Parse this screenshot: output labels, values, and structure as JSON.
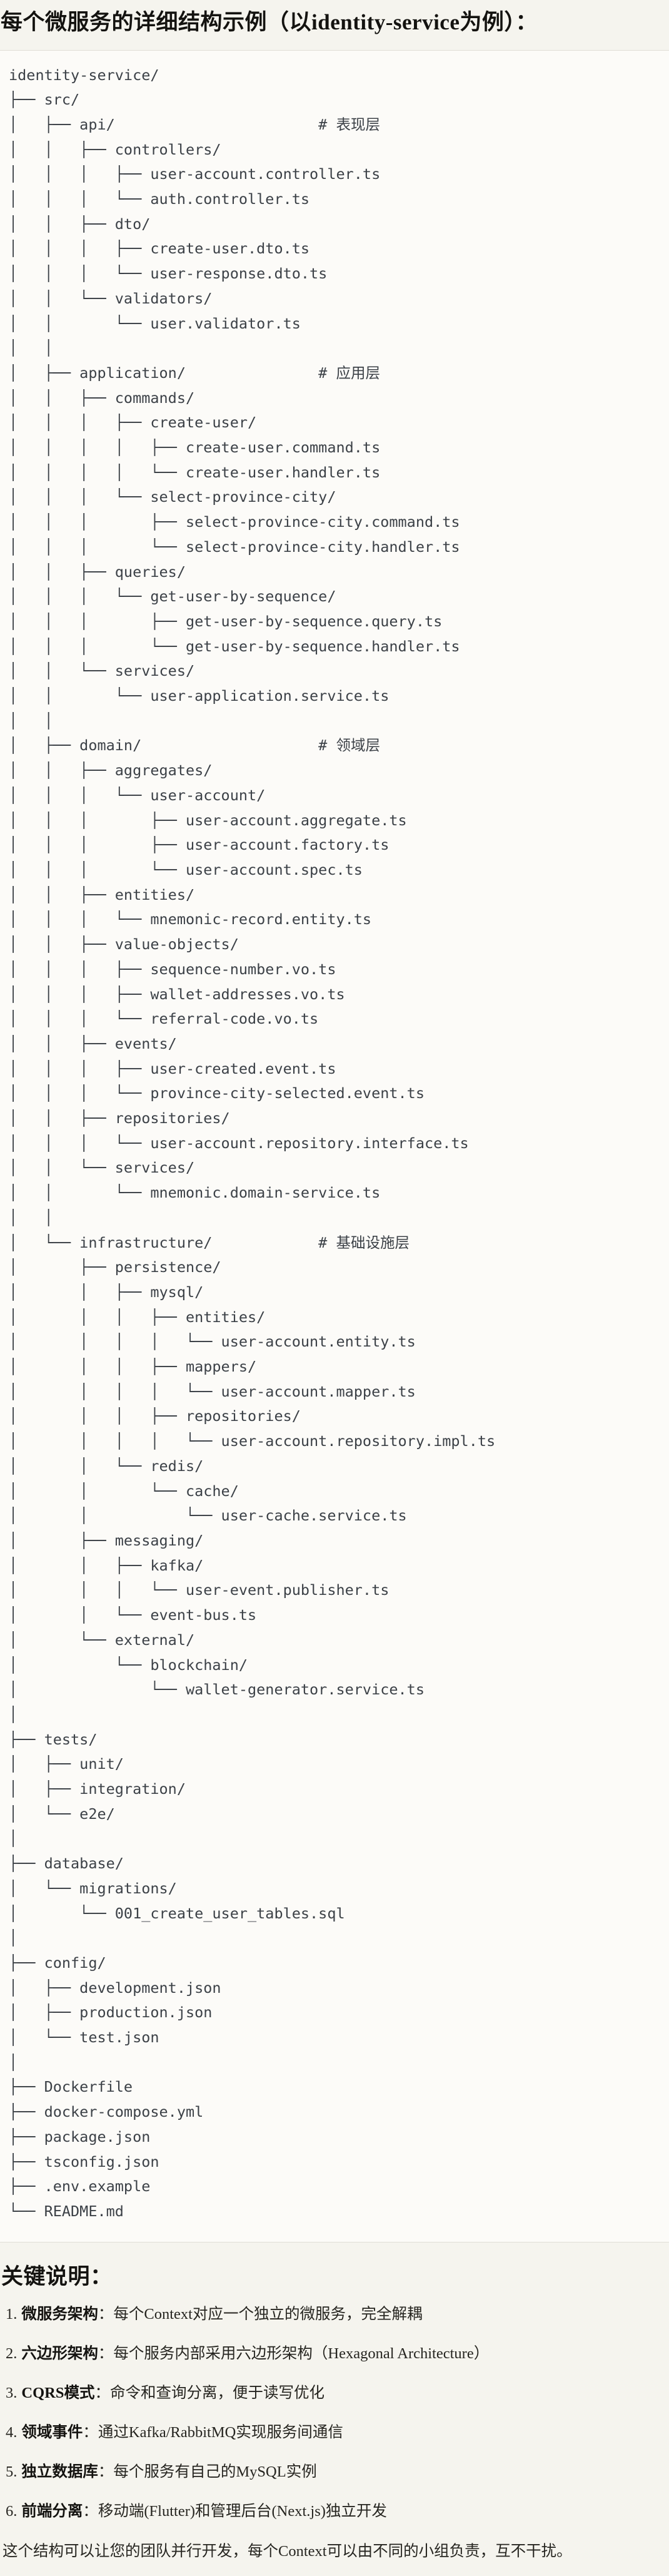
{
  "title": "每个微服务的详细结构示例（以identity-service为例）：",
  "tree": {
    "lines": [
      "identity-service/",
      "├── src/",
      "│   ├── api/                       # 表现层",
      "│   │   ├── controllers/",
      "│   │   │   ├── user-account.controller.ts",
      "│   │   │   └── auth.controller.ts",
      "│   │   ├── dto/",
      "│   │   │   ├── create-user.dto.ts",
      "│   │   │   └── user-response.dto.ts",
      "│   │   └── validators/",
      "│   │       └── user.validator.ts",
      "│   │",
      "│   ├── application/               # 应用层",
      "│   │   ├── commands/",
      "│   │   │   ├── create-user/",
      "│   │   │   │   ├── create-user.command.ts",
      "│   │   │   │   └── create-user.handler.ts",
      "│   │   │   └── select-province-city/",
      "│   │   │       ├── select-province-city.command.ts",
      "│   │   │       └── select-province-city.handler.ts",
      "│   │   ├── queries/",
      "│   │   │   └── get-user-by-sequence/",
      "│   │   │       ├── get-user-by-sequence.query.ts",
      "│   │   │       └── get-user-by-sequence.handler.ts",
      "│   │   └── services/",
      "│   │       └── user-application.service.ts",
      "│   │",
      "│   ├── domain/                    # 领域层",
      "│   │   ├── aggregates/",
      "│   │   │   └── user-account/",
      "│   │   │       ├── user-account.aggregate.ts",
      "│   │   │       ├── user-account.factory.ts",
      "│   │   │       └── user-account.spec.ts",
      "│   │   ├── entities/",
      "│   │   │   └── mnemonic-record.entity.ts",
      "│   │   ├── value-objects/",
      "│   │   │   ├── sequence-number.vo.ts",
      "│   │   │   ├── wallet-addresses.vo.ts",
      "│   │   │   └── referral-code.vo.ts",
      "│   │   ├── events/",
      "│   │   │   ├── user-created.event.ts",
      "│   │   │   └── province-city-selected.event.ts",
      "│   │   ├── repositories/",
      "│   │   │   └── user-account.repository.interface.ts",
      "│   │   └── services/",
      "│   │       └── mnemonic.domain-service.ts",
      "│   │",
      "│   └── infrastructure/            # 基础设施层",
      "│       ├── persistence/",
      "│       │   ├── mysql/",
      "│       │   │   ├── entities/",
      "│       │   │   │   └── user-account.entity.ts",
      "│       │   │   ├── mappers/",
      "│       │   │   │   └── user-account.mapper.ts",
      "│       │   │   ├── repositories/",
      "│       │   │   │   └── user-account.repository.impl.ts",
      "│       │   └── redis/",
      "│       │       └── cache/",
      "│       │           └── user-cache.service.ts",
      "│       ├── messaging/",
      "│       │   ├── kafka/",
      "│       │   │   └── user-event.publisher.ts",
      "│       │   └── event-bus.ts",
      "│       └── external/",
      "│           └── blockchain/",
      "│               └── wallet-generator.service.ts",
      "│",
      "├── tests/",
      "│   ├── unit/",
      "│   ├── integration/",
      "│   └── e2e/",
      "│",
      "├── database/",
      "│   └── migrations/",
      "│       └── 001_create_user_tables.sql",
      "│",
      "├── config/",
      "│   ├── development.json",
      "│   ├── production.json",
      "│   └── test.json",
      "│",
      "├── Dockerfile",
      "├── docker-compose.yml",
      "├── package.json",
      "├── tsconfig.json",
      "├── .env.example",
      "└── README.md"
    ]
  },
  "notes": {
    "heading": "关键说明：",
    "items": [
      {
        "n": "1.",
        "label": "微服务架构",
        "rest": "：每个Context对应一个独立的微服务，完全解耦"
      },
      {
        "n": "2.",
        "label": "六边形架构",
        "rest": "：每个服务内部采用六边形架构（Hexagonal Architecture）"
      },
      {
        "n": "3.",
        "label": "CQRS模式",
        "rest": "：命令和查询分离，便于读写优化"
      },
      {
        "n": "4.",
        "label": "领域事件",
        "rest": "：通过Kafka/RabbitMQ实现服务间通信"
      },
      {
        "n": "5.",
        "label": "独立数据库",
        "rest": "：每个服务有自己的MySQL实例"
      },
      {
        "n": "6.",
        "label": "前端分离",
        "rest": "：移动端(Flutter)和管理后台(Next.js)独立开发"
      }
    ]
  },
  "closing": "这个结构可以让您的团队并行开发，每个Context可以由不同的小组负责，互不干扰。",
  "colors": {
    "page_bg": "#F5F4EE",
    "code_bg": "#FCFBF8",
    "code_border": "#E0DED7",
    "code_text": "#3C4147",
    "heading_text": "#141310",
    "body_text": "#262520"
  }
}
